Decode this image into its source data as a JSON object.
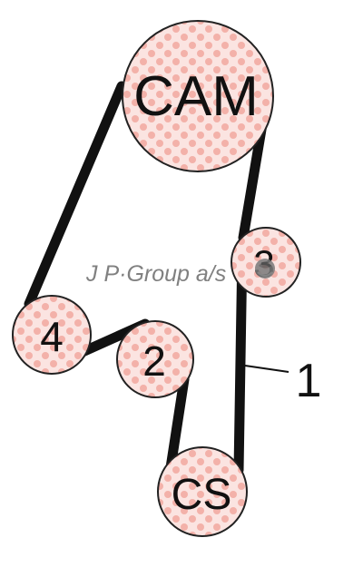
{
  "pulleys": {
    "cam": {
      "label": "CAM"
    },
    "idler3": {
      "label": "3"
    },
    "idler4": {
      "label": "4"
    },
    "idler2": {
      "label": "2"
    },
    "crank": {
      "label": "CS"
    }
  },
  "belt_callout": {
    "label": "1"
  },
  "watermark": {
    "text": "J P·Group a/s"
  },
  "colors": {
    "belt": "#111111",
    "pulley_fill": "#fbe4e1",
    "pulley_dots": "#f2a79f",
    "pulley_stroke": "#222222"
  }
}
